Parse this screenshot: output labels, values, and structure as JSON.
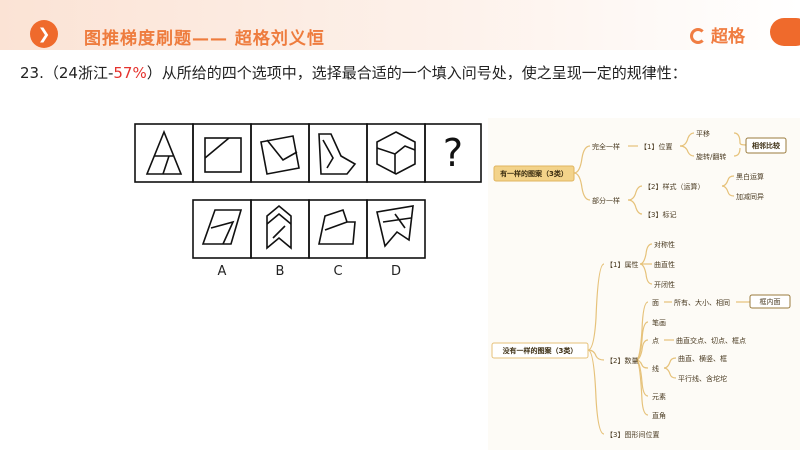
{
  "banner": {
    "title": "图推梯度刷题—— 超格刘义恒",
    "brand": "超格"
  },
  "question": {
    "number": "23.",
    "source_prefix": "（24浙江-",
    "percent": "57%",
    "source_suffix": "）",
    "text": "从所给的四个选项中，选择最合适的一个填入问号处，使之呈现一定的规律性："
  },
  "figure": {
    "question_mark": "?",
    "options": [
      "A",
      "B",
      "C",
      "D"
    ]
  },
  "mindmap": {
    "root1": "有一样的图案（3类）",
    "b_same": "完全一样",
    "b_partial": "部分一样",
    "position": "【1】位置",
    "translate": "平移",
    "rotate": "旋转/翻转",
    "compare": "相邻比较",
    "style": "【2】样式（运算）",
    "blackwhite": "黑白运算",
    "addsub": "加减同异",
    "mark": "【3】标记",
    "root2": "没有一样的图案（3类）",
    "attr": "【1】属性",
    "symmetry": "对称性",
    "curvestraight": "曲直性",
    "openclose": "开闭性",
    "count": "【2】数量",
    "face": "面",
    "face_detail": "所有、大小、相同",
    "frame_face": "框内面",
    "stroke": "笔画",
    "point": "点",
    "point_detail": "曲直交点、切点、框点",
    "line": "线",
    "line_detail1": "曲直、横竖、框",
    "line_detail2": "平行线、含坨坨",
    "element": "元素",
    "rightangle": "直角",
    "relpos": "【3】图形间位置"
  }
}
